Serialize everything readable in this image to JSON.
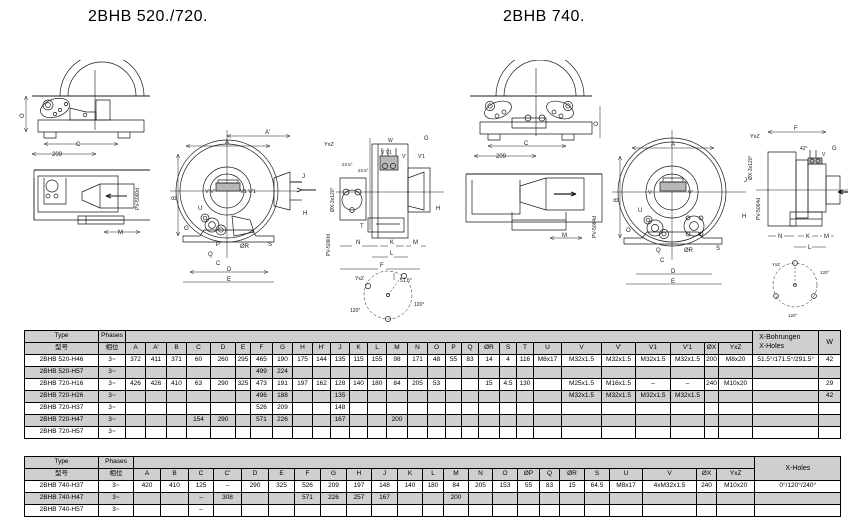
{
  "titles": {
    "left": "2BHB 520./720.",
    "right": "2BHB 740."
  },
  "drawing_labels": {
    "left_group": [
      "O",
      "C",
      "209",
      "M",
      "PV-5060d",
      "A",
      "A'",
      "B",
      "D",
      "E",
      "F",
      "G",
      "H",
      "H'",
      "J",
      "K",
      "L",
      "M",
      "N",
      "O",
      "P",
      "Q",
      "R",
      "S",
      "T",
      "U",
      "V",
      "V'",
      "V1",
      "V'1",
      "X",
      "YxZ",
      "W",
      "51.5°",
      "120°",
      "ØX-3x120°",
      "23.5°",
      "Ø"
    ],
    "right_group": [
      "O",
      "C",
      "209",
      "M",
      "PV-5064d",
      "A",
      "B",
      "D",
      "E",
      "F",
      "G",
      "H",
      "J",
      "K",
      "L",
      "M",
      "N",
      "O",
      "Q",
      "C",
      "ØR",
      "U",
      "V",
      "V'",
      "YxZ",
      "ØX-3x120°",
      "42°",
      "120°"
    ]
  },
  "table1": {
    "group_headers": {
      "type": "Type",
      "phases": "Phases",
      "xholes_de": "X-Bohrungen",
      "xholes_en": "X-Holes",
      "w": "W"
    },
    "subheaders": {
      "type_cn": "型号",
      "phases_cn": "相位"
    },
    "columns": [
      "A",
      "A'",
      "B",
      "C",
      "D",
      "E",
      "F",
      "G",
      "H",
      "H'",
      "J",
      "K",
      "L",
      "M",
      "N",
      "O",
      "P",
      "Q",
      "ØR",
      "S",
      "T",
      "U",
      "V",
      "V'",
      "V1",
      "V'1",
      "ØX",
      "YxZ"
    ],
    "rows": [
      {
        "type": "2BHB 520-H46",
        "phases": "3~",
        "shaded": false,
        "values": [
          "372",
          "411",
          "371",
          "60",
          "260",
          "295",
          "465",
          "190",
          "175",
          "144",
          "135",
          "115",
          "155",
          "98",
          "171",
          "48",
          "55",
          "83",
          "14",
          "4",
          "116",
          "M8x17",
          "M32x1.5",
          "M32x1.5",
          "M32x1.5",
          "M32x1.5",
          "200",
          "M8x20"
        ],
        "xholes": "51.5°/171.5°/291.5°",
        "w": "42"
      },
      {
        "type": "2BHB 520-H57",
        "phases": "3~",
        "shaded": true,
        "values": [
          "",
          "",
          "",
          "",
          "",
          "",
          "499",
          "224",
          "",
          "",
          "",
          "",
          "",
          "",
          "",
          "",
          "",
          "",
          "",
          "",
          "",
          "",
          "",
          "",
          "",
          "",
          "",
          ""
        ],
        "xholes": "",
        "w": ""
      },
      {
        "type": "2BHB 720-H16",
        "phases": "3~",
        "shaded": false,
        "values": [
          "426",
          "426",
          "410",
          "63",
          "290",
          "325",
          "473",
          "191",
          "197",
          "162",
          "128",
          "140",
          "180",
          "84",
          "205",
          "53",
          "",
          "",
          "15",
          "4.5",
          "130",
          "",
          "M25x1.5",
          "M16x1.5",
          "–",
          "–",
          "240",
          "M10x20"
        ],
        "xholes": "",
        "w": "29"
      },
      {
        "type": "2BHB 720-H26",
        "phases": "3~",
        "shaded": true,
        "values": [
          "",
          "",
          "",
          "",
          "",
          "",
          "496",
          "188",
          "",
          "",
          "135",
          "",
          "",
          "",
          "",
          "",
          "",
          "",
          "",
          "",
          "",
          "",
          "M32x1.5",
          "M32x1.5",
          "M32x1.5",
          "M32x1.5",
          "",
          ""
        ],
        "xholes": "",
        "w": "42"
      },
      {
        "type": "2BHB 720-H37",
        "phases": "3~",
        "shaded": false,
        "values": [
          "",
          "",
          "",
          "",
          "",
          "",
          "526",
          "209",
          "",
          "",
          "148",
          "",
          "",
          "",
          "",
          "",
          "",
          "",
          "",
          "",
          "",
          "",
          "",
          "",
          "",
          "",
          "",
          ""
        ],
        "xholes": "",
        "w": ""
      },
      {
        "type": "2BHB 720-H47",
        "phases": "3~",
        "shaded": true,
        "values": [
          "",
          "",
          "",
          "154",
          "290",
          "",
          "571",
          "226",
          "",
          "",
          "167",
          "",
          "",
          "200",
          "",
          "",
          "",
          "",
          "",
          "",
          "",
          "",
          "",
          "",
          "",
          "",
          "",
          ""
        ],
        "xholes": "",
        "w": ""
      },
      {
        "type": "2BHB 720-H57",
        "phases": "3~",
        "shaded": false,
        "values": [
          "",
          "",
          "",
          "",
          "",
          "",
          "",
          "",
          "",
          "",
          "",
          "",
          "",
          "",
          "",
          "",
          "",
          "",
          "",
          "",
          "",
          "",
          "",
          "",
          "",
          "",
          "",
          ""
        ],
        "xholes": "",
        "w": ""
      }
    ]
  },
  "table2": {
    "group_headers": {
      "type": "Type",
      "phases": "Phases",
      "xholes_en": "X-Holes"
    },
    "subheaders": {
      "type_cn": "型号",
      "phases_cn": "相位"
    },
    "columns": [
      "A",
      "B",
      "C",
      "C'",
      "D",
      "E",
      "F",
      "G",
      "H",
      "J",
      "K",
      "L",
      "M",
      "N",
      "O",
      "ØP",
      "Q",
      "ØR",
      "S",
      "U",
      "V",
      "ØX",
      "YxZ"
    ],
    "rows": [
      {
        "type": "2BHB 740-H37",
        "phases": "3~",
        "shaded": false,
        "values": [
          "420",
          "410",
          "125",
          "–",
          "290",
          "325",
          "526",
          "209",
          "197",
          "148",
          "140",
          "180",
          "84",
          "205",
          "153",
          "55",
          "83",
          "15",
          "64.5",
          "M8x17",
          "4xM32x1.5",
          "240",
          "M10x20"
        ],
        "xholes": "0°/120°/240°"
      },
      {
        "type": "2BHB 740-H47",
        "phases": "3~",
        "shaded": true,
        "values": [
          "",
          "",
          "–",
          "308",
          "",
          "",
          "571",
          "226",
          "257",
          "167",
          "",
          "",
          "200",
          "",
          "",
          "",
          "",
          "",
          "",
          "",
          "",
          "",
          ""
        ],
        "xholes": ""
      },
      {
        "type": "2BHB 740-H57",
        "phases": "3~",
        "shaded": false,
        "values": [
          "",
          "",
          "–",
          "",
          "",
          "",
          "",
          "",
          "",
          "",
          "",
          "",
          "",
          "",
          "",
          "",
          "",
          "",
          "",
          "",
          "",
          "",
          ""
        ],
        "xholes": ""
      }
    ]
  }
}
